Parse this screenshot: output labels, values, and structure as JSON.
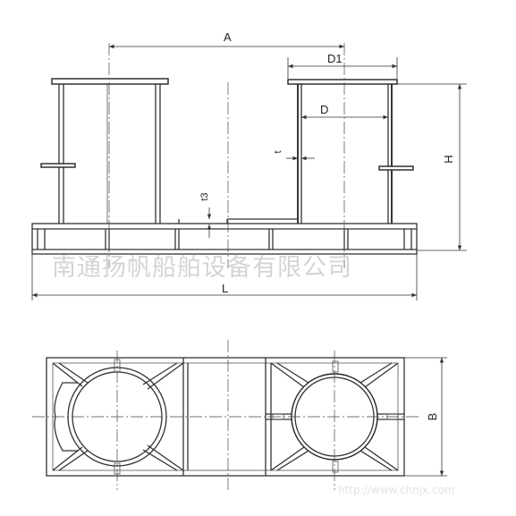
{
  "labels": {
    "A": "A",
    "D1": "D1",
    "D": "D",
    "H": "H",
    "t": "t",
    "t3": "t3",
    "L": "L",
    "B": "B"
  },
  "watermark": "南通扬帆船舶设备有限公司",
  "footer_watermark": "http://www.chnjx.com"
}
